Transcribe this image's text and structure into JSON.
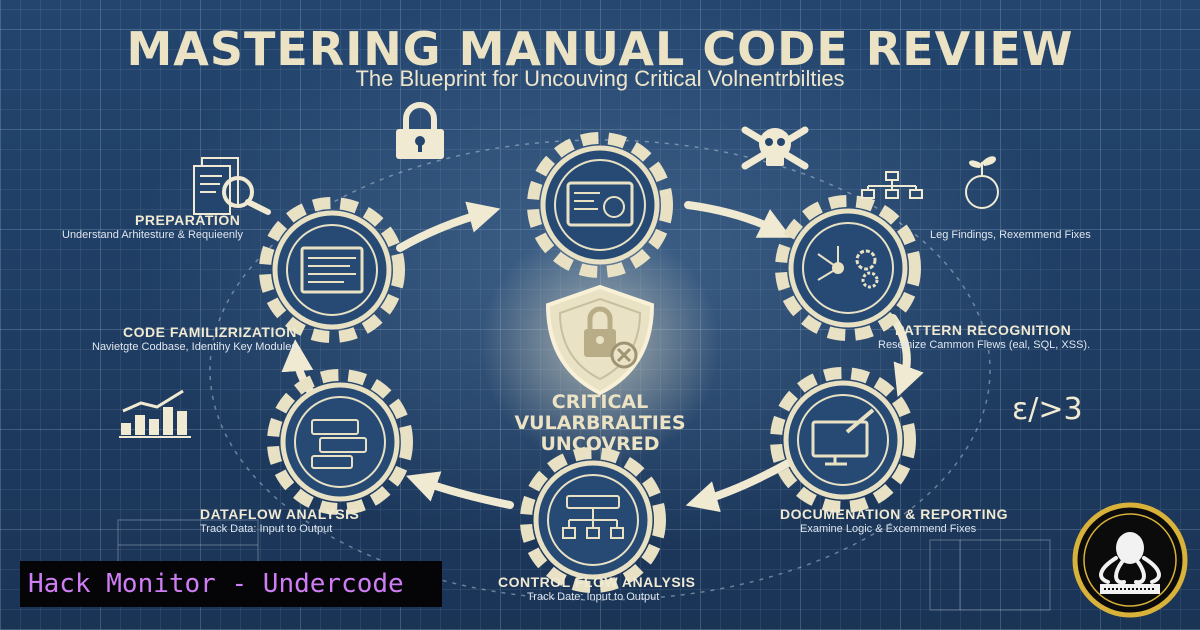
{
  "header": {
    "title": "MASTERING MANUAL CODE REVIEW",
    "subtitle": "The Blueprint for Uncouving Critical Volnentrbilties"
  },
  "center": {
    "line1": "CRITICAL",
    "line2": "VULARBRALTIES",
    "line3": "UNCOVRED"
  },
  "steps": [
    {
      "title": "PREPARATION",
      "desc": "Understand Arhitesture & Requieenly"
    },
    {
      "title": "",
      "desc": "Leg Findings, Rexemmend Fixes"
    },
    {
      "title": "CODE FAMILIZRIZATION",
      "desc": "Navietgte Codbase, Identihy Key Modules."
    },
    {
      "title": "PATTERN RECOGNITION",
      "desc": "Reseinize Cammon Flews (eal, SQL, XSS)."
    },
    {
      "title": "DATAFLOW ANALYSIS",
      "desc": "Track Data:   Input to Output"
    },
    {
      "title": "DOCUMENATION & REPORTING",
      "desc": "Examine Logic & Excemmend Fixes"
    },
    {
      "title": "CONTROL FLOW ANALYSIS",
      "desc": "Track Date: Input to Output"
    }
  ],
  "decor": {
    "code_glyph": "ε/>3"
  },
  "brand": {
    "label": "Hack Monitor - Undercode"
  },
  "icons": [
    "lock-icon",
    "skull-crossbones-icon",
    "document-magnifier-icon",
    "plant-head-icon",
    "hierarchy-icon",
    "bar-chart-icon",
    "shield-lock-icon",
    "octopus-logo-icon"
  ],
  "colors": {
    "background": "#1f3d63",
    "ink": "#ece3c4",
    "brand_text": "#cf7df4",
    "brand_box": "#050507"
  }
}
